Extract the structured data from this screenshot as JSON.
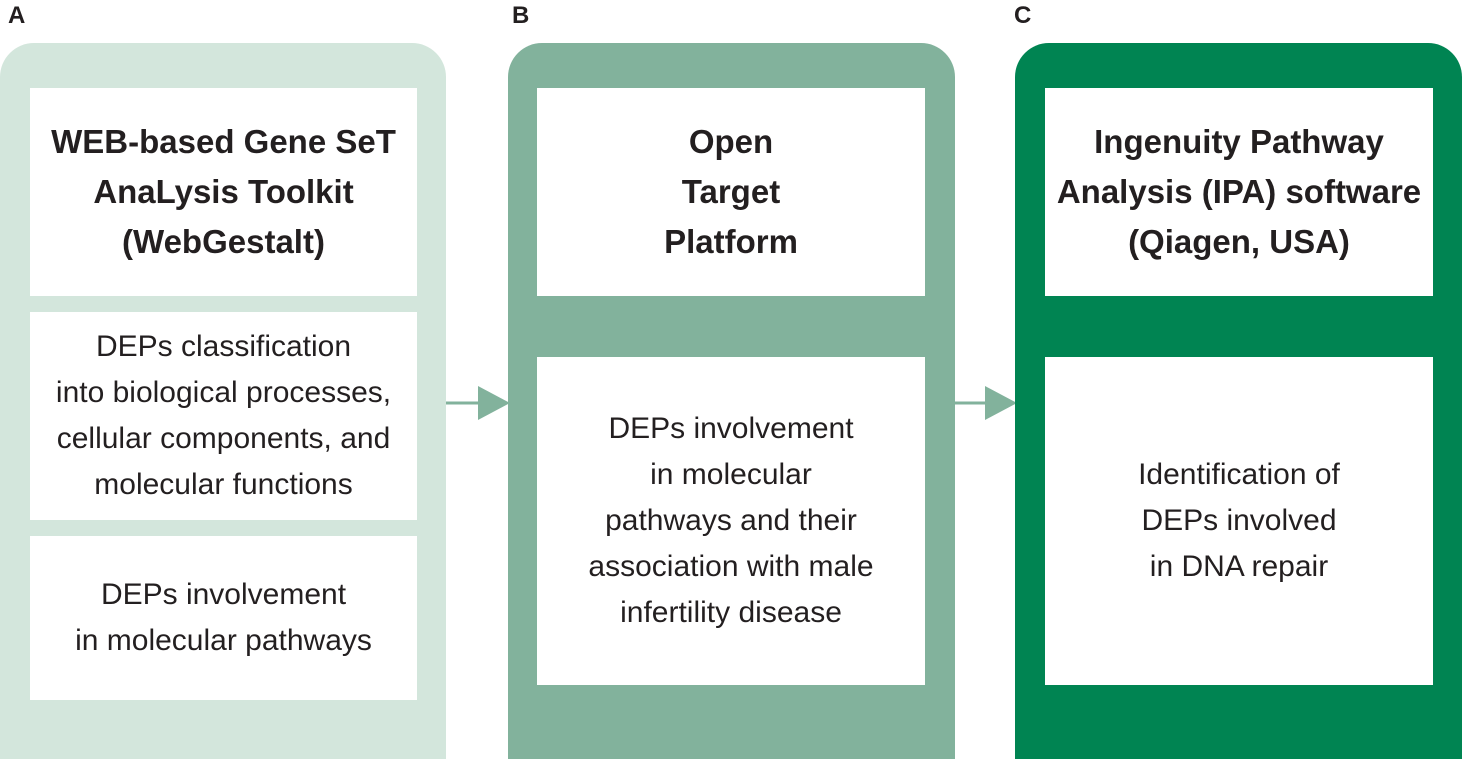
{
  "panels": [
    {
      "letter": "A",
      "color": "#d3e6dc",
      "title": "WEB-based Gene SeT\nAnaLysis Toolkit\n(WebGestalt)",
      "boxes": [
        "DEPs classification\ninto biological processes,\ncellular components, and\nmolecular functions",
        "DEPs involvement\nin molecular pathways"
      ]
    },
    {
      "letter": "B",
      "color": "#82b29c",
      "title": "Open\nTarget\nPlatform",
      "boxes": [
        "DEPs involvement\nin molecular\npathways and their\nassociation with male\ninfertility disease"
      ]
    },
    {
      "letter": "C",
      "color": "#008452",
      "title": "Ingenuity Pathway\nAnalysis (IPA) software\n(Qiagen, USA)",
      "boxes": [
        "Identification of\nDEPs involved\nin DNA repair"
      ]
    }
  ],
  "arrow_color": "#82b29c"
}
